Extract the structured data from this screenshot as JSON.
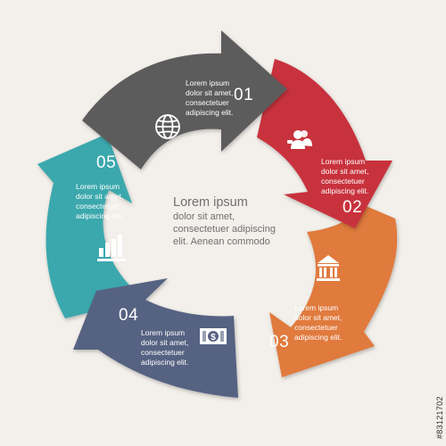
{
  "center": {
    "title": "Lorem ipsum",
    "lines": [
      "dolor sit amet,",
      "consectetuer adipiscing",
      "elit. Aenean commodo"
    ]
  },
  "segments": [
    {
      "number": "01",
      "color": "#5c5c5c",
      "icon": "globe-icon",
      "lines": [
        "Lorem ipsum",
        "dolor sit amet,",
        "consectetuer",
        "adipiscing elit."
      ]
    },
    {
      "number": "02",
      "color": "#c8303e",
      "icon": "users-icon",
      "lines": [
        "Lorem ipsum",
        "dolor sit amet,",
        "consectetuer",
        "adipiscing elit."
      ]
    },
    {
      "number": "03",
      "color": "#e07a3c",
      "icon": "bank-icon",
      "lines": [
        "Lorem ipsum",
        "dolor sit amet,",
        "consectetuer",
        "adipiscing elit."
      ]
    },
    {
      "number": "04",
      "color": "#566282",
      "icon": "money-icon",
      "lines": [
        "Lorem ipsum",
        "dolor sit amet,",
        "consectetuer",
        "adipiscing elit."
      ]
    },
    {
      "number": "05",
      "color": "#3ba8ad",
      "icon": "bar-chart-icon",
      "lines": [
        "Lorem ipsum",
        "dolor sit amet,",
        "consectetuer",
        "adipiscing elit."
      ]
    }
  ],
  "stock_id": "#83121702"
}
